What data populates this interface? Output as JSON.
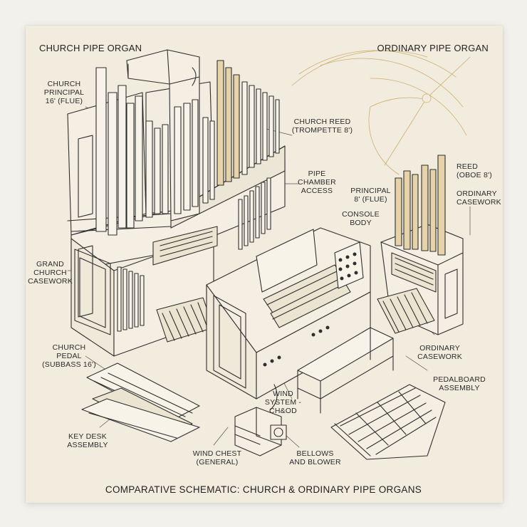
{
  "headings": {
    "left": "CHURCH PIPE ORGAN",
    "right": "ORDINARY PIPE ORGAN"
  },
  "labels": {
    "church_principal": "CHURCH\nPRINCIPAL\n16' (FLUE)",
    "church_reed": "CHURCH REED\n(TROMPETTE 8')",
    "pipe_chamber": "PIPE\nCHAMBER\nACCESS",
    "reed_oboe": "REED\n(OBOE 8')",
    "principal_8": "PRINCIPAL\n8' (FLUE)",
    "ordinary_casework_top": "ORDINARY\nCASEWORK",
    "console_body": "CONSOLE\nBODY",
    "grand_casework": "GRAND\nCHURCH\nCASEWORK",
    "church_pedal": "CHURCH\nPEDAL\n(SUBBASS 16')",
    "ordinary_casework_bottom": "ORDINARY\nCASEWORK",
    "pedalboard_assembly": "PEDALBOARD\nASSEMBLY",
    "wind_system": "WIND\nSYSTEM -\nCH&OD",
    "key_desk": "KEY DESK\nASSEMBLY",
    "wind_chest": "WIND CHEST\n(GENERAL)",
    "bellows": "BELLOWS\nAND BLOWER"
  },
  "footer": "COMPARATIVE SCHEMATIC: CHURCH & ORDINARY PIPE ORGANS",
  "colors": {
    "paper": "#f1ecdd",
    "ink": "#2f2f2f",
    "highlight": "#e6d3a9",
    "gold_line": "#c9a45c"
  }
}
